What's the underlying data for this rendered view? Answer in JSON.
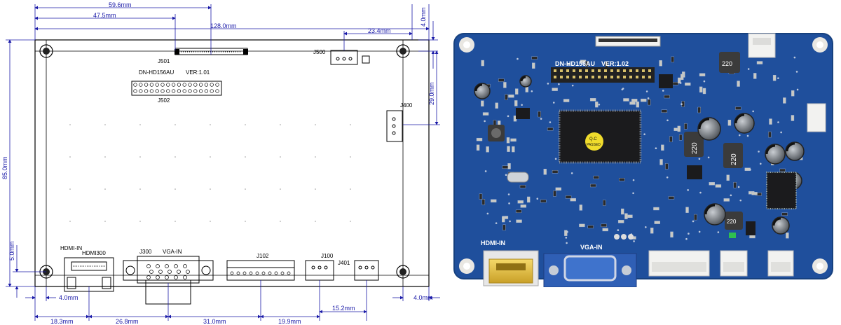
{
  "drawing": {
    "dimensions": {
      "d_59_6": "59.6mm",
      "d_47_5": "47.5mm",
      "d_128": "128.0mm",
      "d_23_4": "23.4mm",
      "d_4_0_top": "4.0mm",
      "d_29": "29.0mm",
      "d_85": "85.0mm",
      "d_5_0": "5.0mm",
      "d_4_0_left": "4.0mm",
      "d_4_0_right": "4.0mm",
      "d_18_3": "18.3mm",
      "d_26_8": "26.8mm",
      "d_31": "31.0mm",
      "d_19_9": "19.9mm",
      "d_15_2": "15.2mm"
    },
    "labels": {
      "j501": "J501",
      "j500": "J500",
      "board_name": "DN-HD156AU",
      "version": "VER:1.01",
      "j502": "J502",
      "j400": "J400",
      "hdmi_in": "HDMI-IN",
      "hdmi300": "HDMI300",
      "j300": "J300",
      "vga_in": "VGA-IN",
      "j102": "J102",
      "j100": "J100",
      "j401": "J401"
    }
  },
  "photo": {
    "board_name": "DN-HD156AU",
    "version": "VER:1.02",
    "qc_line1": "Q.C",
    "qc_line2": "PASSED",
    "hdmi_in": "HDMI-IN",
    "vga_in": "VGA-IN",
    "cap_a": "220",
    "cap_b": "220",
    "cap_c": "220",
    "cap_d": "220",
    "colors": {
      "pcb": "#1f4f9c",
      "pcb_edge": "#17417f",
      "hdmi_gold": "#e8c23a",
      "vga_blue": "#2f5fb5",
      "connector_white": "#f2f2f0"
    }
  }
}
